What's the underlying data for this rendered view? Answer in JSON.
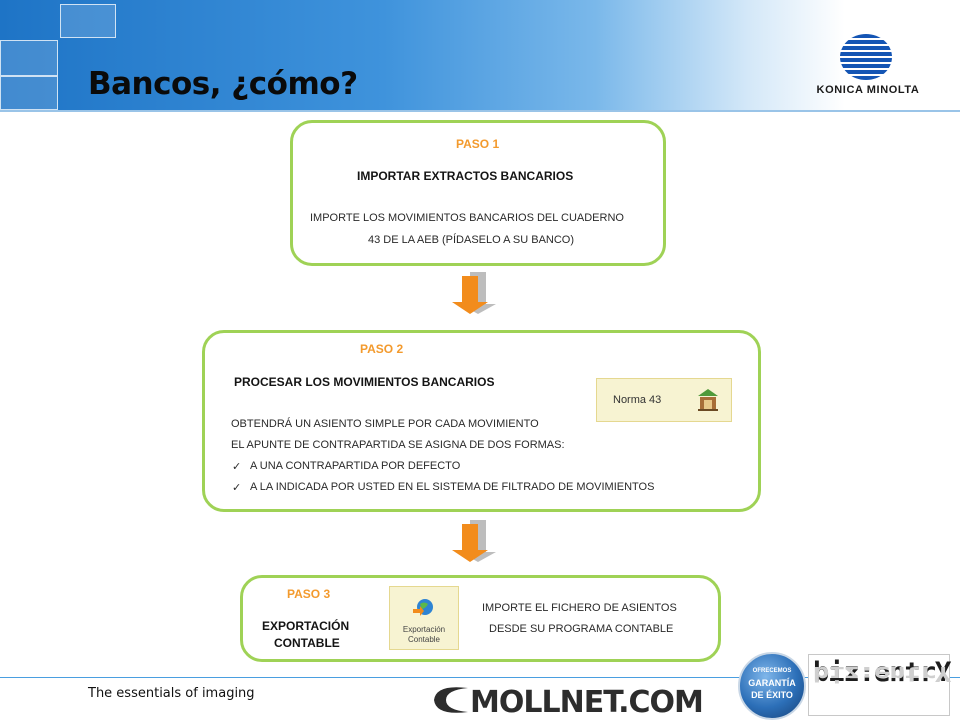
{
  "header": {
    "title": "Bancos, ¿cómo?",
    "brand_logo_text": "KONICA MINOLTA"
  },
  "steps": [
    {
      "label": "PASO 1",
      "heading": "IMPORTAR EXTRACTOS BANCARIOS",
      "lines": [
        "IMPORTE LOS MOVIMIENTOS  BANCARIOS DEL CUADERNO",
        "43 DE LA AEB (PÍDASELO A SU BANCO)"
      ]
    },
    {
      "label": "PASO 2",
      "heading": "PROCESAR LOS MOVIMIENTOS BANCARIOS",
      "lines": [
        "OBTENDRÁ UN ASIENTO SIMPLE POR CADA MOVIMIENTO",
        "EL APUNTE DE CONTRAPARTIDA SE ASIGNA DE DOS FORMAS:"
      ],
      "checks": [
        "A UNA CONTRAPARTIDA POR DEFECTO",
        "A LA INDICADA POR USTED EN EL SISTEMA DE FILTRADO DE MOVIMIENTOS"
      ],
      "button_label": "Norma 43"
    },
    {
      "label": "PASO 3",
      "heading_line1": "EXPORTACIÓN",
      "heading_line2": "CONTABLE",
      "button_label_line1": "Exportación",
      "button_label_line2": "Contable",
      "lines": [
        "IMPORTE EL FICHERO DE ASIENTOS",
        "DESDE SU PROGRAMA CONTABLE"
      ]
    }
  ],
  "footer": {
    "tagline": "The essentials of imaging",
    "mollnet": "MOLLNET.COM",
    "badge_line1": "OFRECEMOS",
    "badge_line2": "GARANTÍA",
    "badge_line3": "DE ÉXITO",
    "biz": "biz:entrY"
  },
  "colors": {
    "accent_orange": "#f39a2d",
    "box_border_green": "#9fd256",
    "header_blue": "#1e74c6",
    "konica_blue": "#1455b4"
  }
}
